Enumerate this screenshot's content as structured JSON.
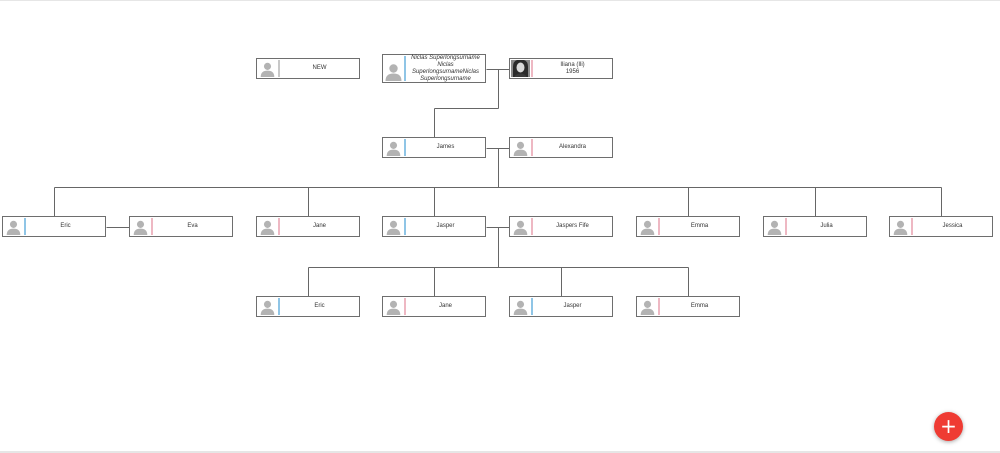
{
  "tree": {
    "persons": [
      {
        "id": "new",
        "lines": [
          "NEW"
        ],
        "gender": "unknown",
        "photo": "placeholder"
      },
      {
        "id": "niclas",
        "lines": [
          "Niclas Superlongsurname",
          "Niclas",
          "SuperlongsurnameNiclas",
          "Superlongsurname"
        ],
        "gender": "male",
        "photo": "placeholder"
      },
      {
        "id": "iliana",
        "lines": [
          "Iliana (Ili)",
          "1956"
        ],
        "gender": "female",
        "photo": "portrait-photo"
      },
      {
        "id": "james",
        "lines": [
          "James"
        ],
        "gender": "male",
        "photo": "placeholder"
      },
      {
        "id": "alexandra",
        "lines": [
          "Alexandra"
        ],
        "gender": "female",
        "photo": "placeholder"
      },
      {
        "id": "eric",
        "lines": [
          "Eric"
        ],
        "gender": "male",
        "photo": "placeholder"
      },
      {
        "id": "eva",
        "lines": [
          "Eva"
        ],
        "gender": "female",
        "photo": "placeholder"
      },
      {
        "id": "jane",
        "lines": [
          "Jane"
        ],
        "gender": "female",
        "photo": "placeholder"
      },
      {
        "id": "jasper",
        "lines": [
          "Jasper"
        ],
        "gender": "male",
        "photo": "placeholder"
      },
      {
        "id": "jaspers-fife",
        "lines": [
          "Jaspers Fife"
        ],
        "gender": "female",
        "photo": "placeholder"
      },
      {
        "id": "emma",
        "lines": [
          "Emma"
        ],
        "gender": "female",
        "photo": "placeholder"
      },
      {
        "id": "julia",
        "lines": [
          "Julia"
        ],
        "gender": "female",
        "photo": "placeholder"
      },
      {
        "id": "jessica",
        "lines": [
          "Jessica"
        ],
        "gender": "female",
        "photo": "placeholder"
      },
      {
        "id": "eric-2",
        "lines": [
          "Eric"
        ],
        "gender": "male",
        "photo": "placeholder"
      },
      {
        "id": "jane-2",
        "lines": [
          "Jane"
        ],
        "gender": "female",
        "photo": "placeholder"
      },
      {
        "id": "jasper-2",
        "lines": [
          "Jasper"
        ],
        "gender": "male",
        "photo": "placeholder"
      },
      {
        "id": "emma-2",
        "lines": [
          "Emma"
        ],
        "gender": "female",
        "photo": "placeholder"
      }
    ],
    "partnerships": [
      {
        "partners": [
          "niclas",
          "iliana"
        ],
        "children": [
          "james"
        ]
      },
      {
        "partners": [
          "james",
          "alexandra"
        ],
        "children": [
          "eric",
          "jane",
          "jasper",
          "emma",
          "julia",
          "jessica"
        ]
      },
      {
        "partners": [
          "eric",
          "eva"
        ],
        "children": []
      },
      {
        "partners": [
          "jasper",
          "jaspers-fife"
        ],
        "children": [
          "eric-2",
          "jane-2",
          "jasper-2",
          "emma-2"
        ]
      }
    ],
    "gender_colors": {
      "male": "#8fc5e6",
      "female": "#eeb8c3",
      "unknown": "#c8c8c8"
    }
  },
  "add_button": {
    "label": "+",
    "icon": "plus-icon",
    "color": "#ef3b33"
  }
}
